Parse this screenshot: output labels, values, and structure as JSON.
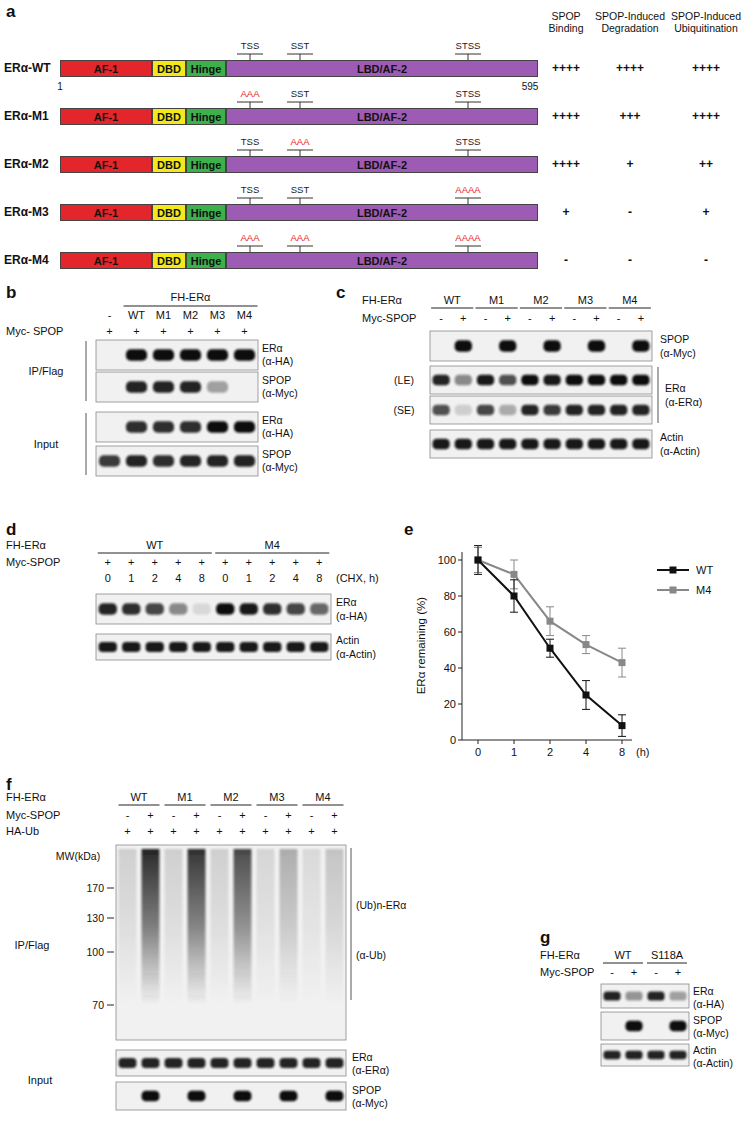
{
  "diagram": {
    "nodes": [
      {
        "text": [
          "AF-1"
        ]
      },
      {
        "text": [
          "DBD"
        ]
      },
      {
        "text": [
          "Hinge"
        ]
      },
      {
        "text": [
          "LBD/AF-2"
        ]
      },
      {
        "text": [
          "AF-1"
        ]
      },
      {
        "text": [
          "DBD"
        ]
      },
      {
        "text": [
          "Hinge"
        ]
      },
      {
        "text": [
          "LBD/AF-2"
        ]
      },
      {
        "text": [
          "AF-1"
        ]
      },
      {
        "text": [
          "DBD"
        ]
      },
      {
        "text": [
          "Hinge"
        ]
      },
      {
        "text": [
          "LBD/AF-2"
        ]
      },
      {
        "text": [
          "AF-1"
        ]
      },
      {
        "text": [
          "DBD"
        ]
      },
      {
        "text": [
          "Hinge"
        ]
      },
      {
        "text": [
          "LBD/AF-2"
        ]
      },
      {
        "text": [
          "AF-1"
        ]
      },
      {
        "text": [
          "DBD"
        ]
      },
      {
        "text": [
          "Hinge"
        ]
      },
      {
        "text": [
          "LBD/AF-2"
        ]
      }
    ],
    "labels": [
      "a",
      "SPOP Binding",
      "SPOP-Induced Degradation",
      "SPOP-Induced Ubiquitination",
      "ERα-WT",
      "TSS",
      "SST",
      "STSS",
      "++++",
      "++++",
      "++++",
      "1",
      "595",
      "ERα-M1",
      "AAA",
      "SST",
      "STSS",
      "++++",
      "+++",
      "++++",
      "ERα-M2",
      "TSS",
      "AAA",
      "STSS",
      "++++",
      "+",
      "++",
      "ERα-M3",
      "TSS",
      "SST",
      "AAAA",
      "+",
      "-",
      "+",
      "ERα-M4",
      "AAA",
      "AAA",
      "AAAA",
      "-",
      "-",
      "-",
      "b",
      "FH-ERα",
      "-",
      "WT",
      "M1",
      "M2",
      "M3",
      "M4",
      "Myc- SPOP",
      "+",
      "+",
      "+",
      "+",
      "+",
      "+",
      "IP/Flag",
      "ERα",
      "(α-HA)",
      "SPOP",
      "(α-Myc)",
      "Input",
      "ERα",
      "(α-HA)",
      "SPOP",
      "(α-Myc)",
      "c",
      "FH-ERα",
      "WT",
      "M1",
      "M2",
      "M3",
      "M4",
      "Myc-SPOP",
      "-",
      "+",
      "-",
      "+",
      "-",
      "+",
      "-",
      "+",
      "-",
      "+",
      "SPOP",
      "(α-Myc)",
      "(LE)",
      "(SE)",
      "ERα",
      "(α-ERα)",
      "Actin",
      "(α-Actin)",
      "d",
      "FH-ERα",
      "WT",
      "M4",
      "Myc-SPOP",
      "+",
      "+",
      "+",
      "+",
      "+",
      "+",
      "+",
      "+",
      "+",
      "+",
      "0",
      "1",
      "2",
      "4",
      "8",
      "0",
      "1",
      "2",
      "4",
      "8",
      "(CHX, h)",
      "ERα",
      "(α-HA)",
      "Actin",
      "(α-Actin)",
      "e",
      "ERα remaining (%)",
      "100",
      "80",
      "60",
      "40",
      "20",
      "0",
      "0",
      "1",
      "2",
      "4",
      "8",
      "(h)",
      "f",
      "FH-ERα",
      "WT",
      "M1",
      "M2",
      "M3",
      "M4",
      "Myc-SPOP",
      "-",
      "+",
      "-",
      "+",
      "-",
      "+",
      "-",
      "+",
      "-",
      "+",
      "HA-Ub",
      "+",
      "+",
      "+",
      "+",
      "+",
      "+",
      "+",
      "+",
      "+",
      "+",
      "MW(kDa)",
      "170",
      "130",
      "100",
      "70",
      "IP/Flag",
      "(Ub)n-ERα",
      "(α-Ub)",
      "Input",
      "ERα",
      "(α-ERα)",
      "SPOP",
      "(α-Myc)",
      "g",
      "FH-ERα",
      "WT",
      "S118A",
      "Myc-SPOP",
      "-",
      "+",
      "-",
      "+",
      "ERα",
      "(α-HA)",
      "SPOP",
      "(α-Myc)",
      "Actin",
      "(α-Actin)"
    ],
    "legend": [
      {
        "text": "WT"
      },
      {
        "text": "M4"
      }
    ]
  }
}
